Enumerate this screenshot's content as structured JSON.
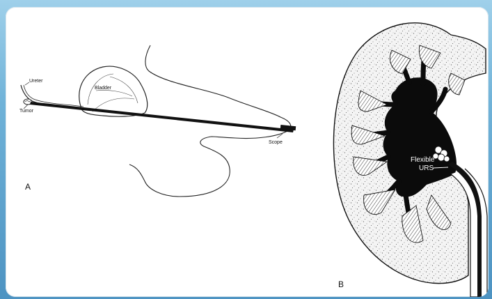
{
  "panel_a": {
    "letter": "A",
    "labels": {
      "ureter": "Ureter",
      "tumor": "Tumor",
      "bladder": "Bladder",
      "scope": "Scope"
    }
  },
  "panel_b": {
    "letter": "B",
    "labels": {
      "flexible": "Flexible",
      "urs": "URS"
    }
  }
}
